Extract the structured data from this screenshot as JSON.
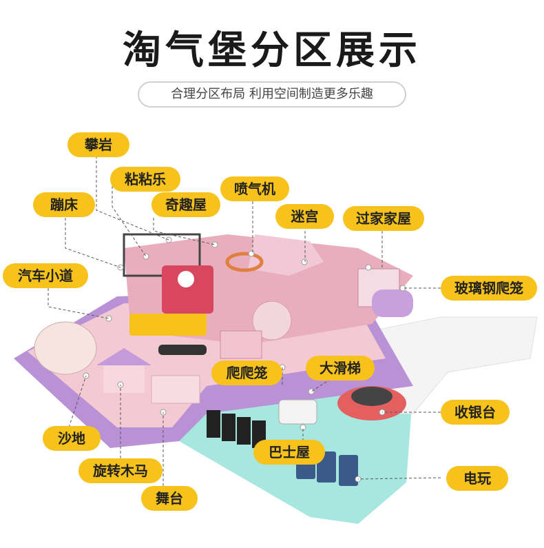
{
  "title": "淘气堡分区展示",
  "subtitle": "合理分区布局 利用空间制造更多乐趣",
  "labels": {
    "climb": "攀岩",
    "sticky": "粘粘乐",
    "trampoline": "蹦床",
    "fun_house": "奇趣屋",
    "air_gun": "喷气机",
    "maze": "迷宫",
    "playhouse": "过家家屋",
    "car_lane": "汽车小道",
    "glass_cage": "玻璃钢爬笼",
    "crawl_cage": "爬爬笼",
    "big_slide": "大滑梯",
    "cashier": "收银台",
    "sandpit": "沙地",
    "bus_house": "巴士屋",
    "carousel": "旋转木马",
    "arcade": "电玩",
    "stage": "舞台"
  },
  "colors": {
    "label_bg": "#f7c21b",
    "floor_pink": "#f1c5cf",
    "wall_purple": "#b78fd1",
    "floor_teal": "#9fe0db"
  }
}
